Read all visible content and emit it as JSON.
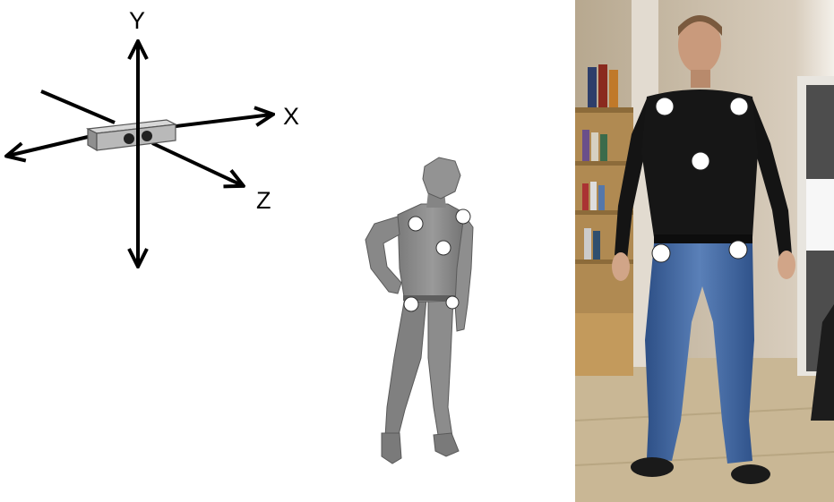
{
  "axes_diagram": {
    "labels": {
      "x": "X",
      "y": "Y",
      "z": "Z"
    },
    "stroke_color": "#000000",
    "sensor_color": "#b9b9b9"
  },
  "avatar_model": {
    "body_color": "#8a8a8a",
    "marker_color": "#ffffff",
    "marker_count": 5
  },
  "photo": {
    "wall_color": "#cfc3b4",
    "floor_color": "#c9b795",
    "shirt_color": "#161616",
    "jeans_color": "#3b5f98",
    "marker_color": "#ffffff",
    "marker_count": 5
  }
}
